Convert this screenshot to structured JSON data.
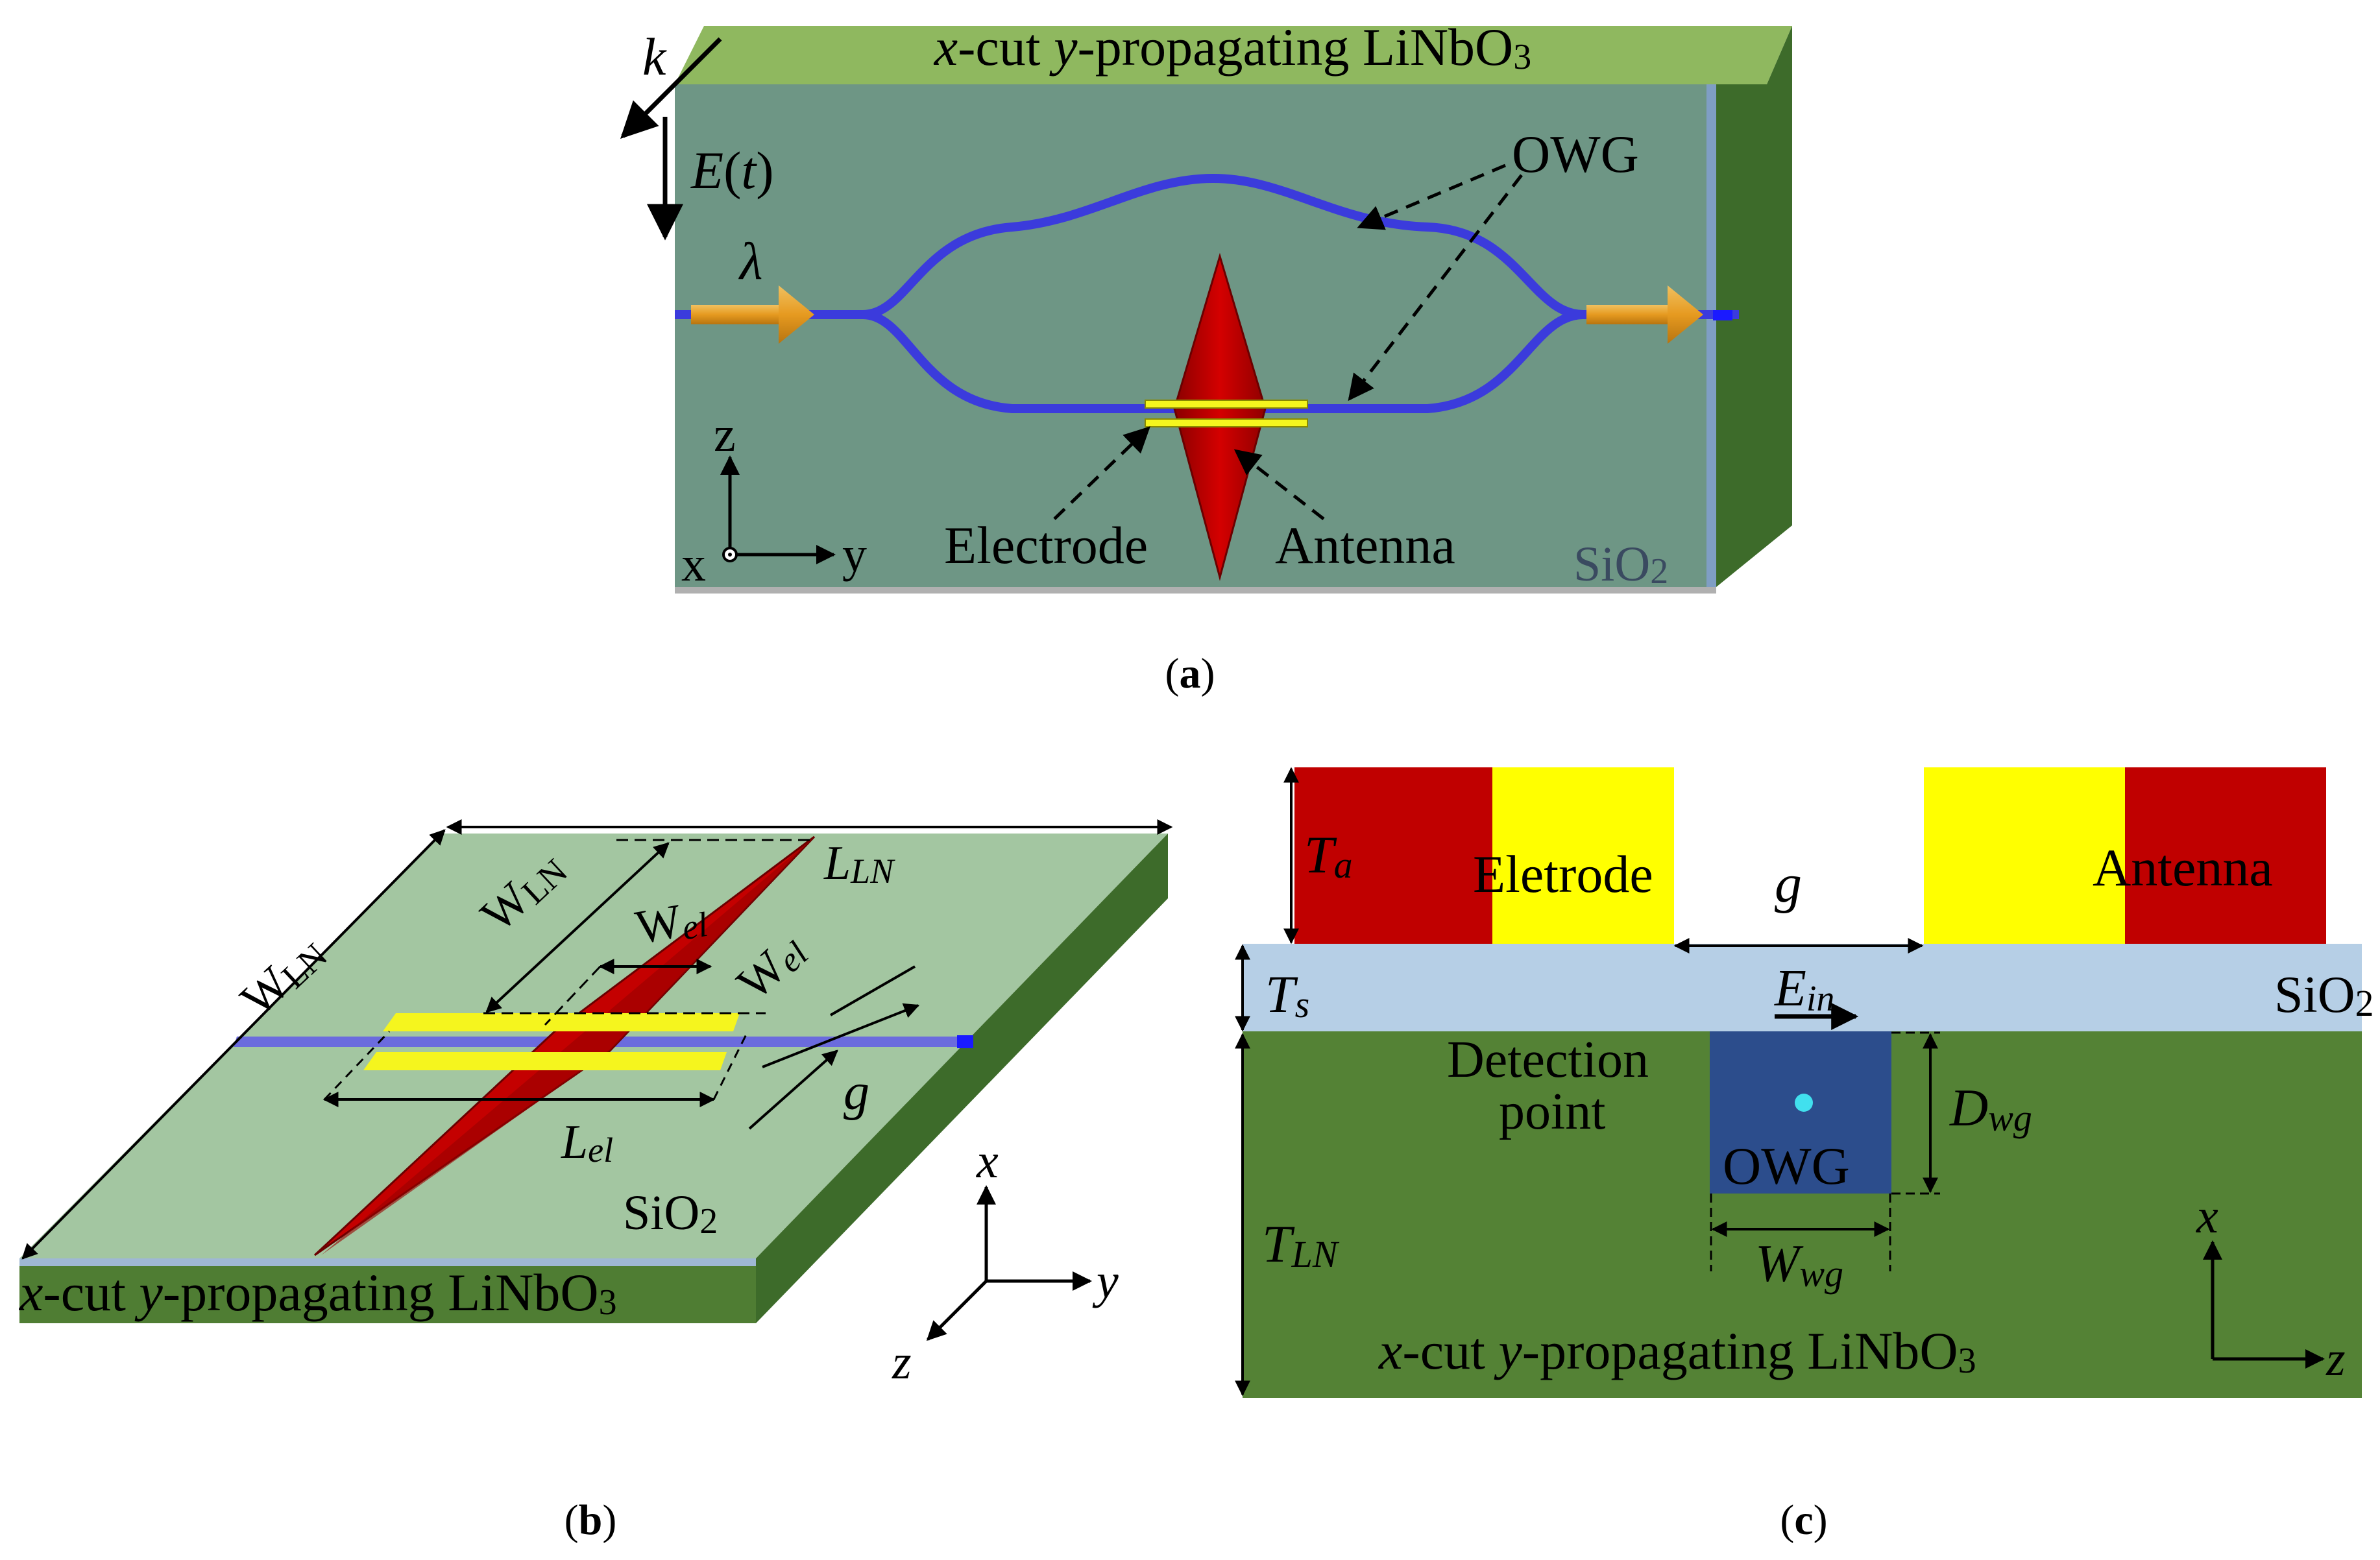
{
  "labels": {
    "a_top_x": "x",
    "a_top_cut": "-cut ",
    "a_top_y": "y",
    "a_top_rest": "-propagating LiNbO",
    "a_top_sub": "3",
    "a_k": "k",
    "a_E": "E",
    "a_E_paren_open": "(",
    "a_E_t": "t",
    "a_E_paren_close": ")",
    "a_lambda": "λ",
    "a_owg": "OWG",
    "a_axis_z": "z",
    "a_axis_x": "x",
    "a_axis_y": "y",
    "a_electrode": "Electrode",
    "a_antenna": "Antenna",
    "a_sio2_main": "SiO",
    "a_sio2_sub": "2",
    "caption_a_open": "(",
    "caption_a": "a",
    "caption_a_close": ")",
    "b_WLN_main": "W",
    "b_WLN_sub": "LN",
    "b_LLN_main": "L",
    "b_LLN_sub": "LN",
    "b_Wel_main": "W",
    "b_Wel_sub": "el",
    "b_Lel_main": "L",
    "b_Lel_sub": "el",
    "b_g": "g",
    "b_sio2_main": "SiO",
    "b_sio2_sub": "2",
    "b_bottom_x": "x",
    "b_bottom_cut": "-cut ",
    "b_bottom_y": "y",
    "b_bottom_rest": "-propagating LiNbO",
    "b_bottom_sub": "3",
    "b_axis_x": "x",
    "b_axis_y": "y",
    "b_axis_z": "z",
    "caption_b_open": "(",
    "caption_b": "b",
    "caption_b_close": ")",
    "c_Ta_main": "T",
    "c_Ta_sub": "a",
    "c_electrode": "Eletrode",
    "c_g": "g",
    "c_antenna": "Antenna",
    "c_Ts_main": "T",
    "c_Ts_sub": "s",
    "c_Ein_main": "E",
    "c_Ein_sub": "in",
    "c_sio2_main": "SiO",
    "c_sio2_sub": "2",
    "c_detection_1": "Detection",
    "c_detection_2": "point",
    "c_owg": "OWG",
    "c_Dwg_main": "D",
    "c_Dwg_sub": "wg",
    "c_TLN_main": "T",
    "c_TLN_sub": "LN",
    "c_Wwg_main": "W",
    "c_Wwg_sub": "wg",
    "c_bottom_x": "x",
    "c_bottom_cut": "-cut ",
    "c_bottom_y": "y",
    "c_bottom_rest": "-propagating LiNbO",
    "c_bottom_sub": "3",
    "c_axis_x": "x",
    "c_axis_z": "z",
    "caption_c_open": "(",
    "caption_c": "c",
    "caption_c_close": ")"
  },
  "colors": {
    "linbo3_green": "#8fb85f",
    "linbo3_dark": "#3d6b2a",
    "substrate_teal": "#6e9685",
    "substrate_light": "#a3c6a1",
    "waveguide_blue": "#3b3bdc",
    "electrode_yellow": "#f5f51e",
    "antenna_red": "#c00000",
    "sio2_blue": "#b6cfe6",
    "owg_navy": "#2c4d8c",
    "detection_cyan": "#41e0ee",
    "arrow_orange": "#e6a12a"
  }
}
